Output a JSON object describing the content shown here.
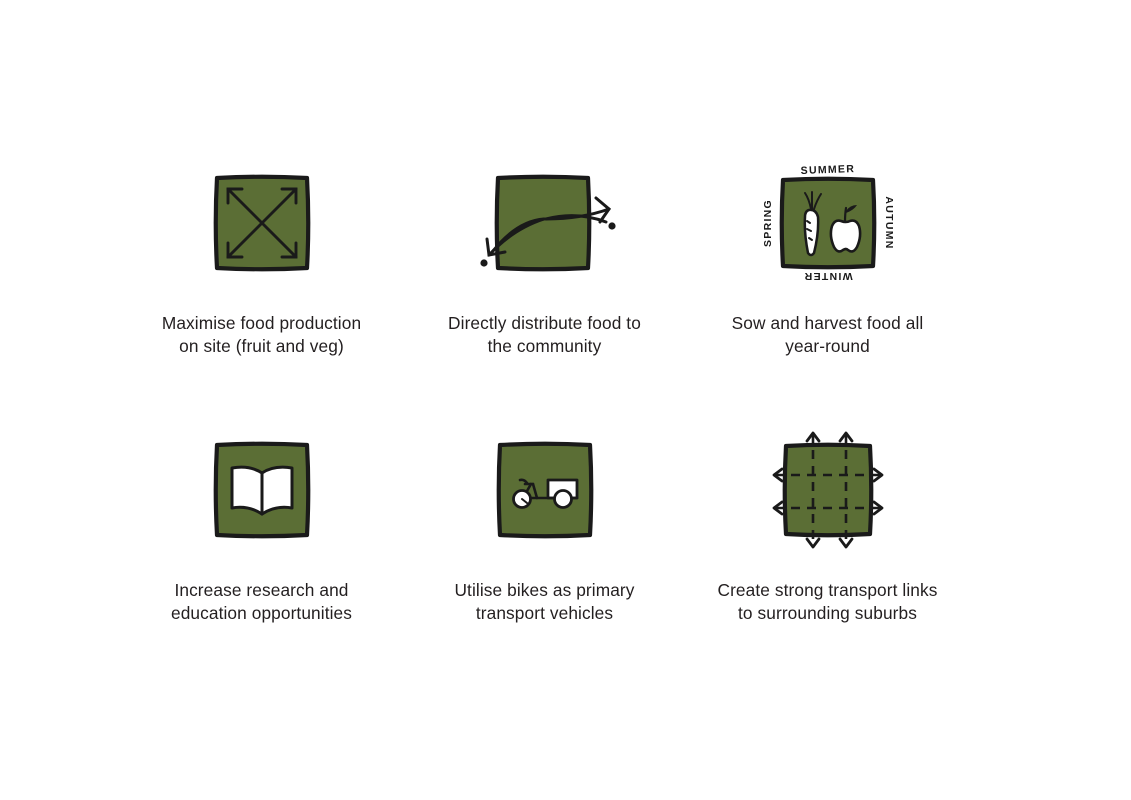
{
  "page": {
    "background": "#ffffff",
    "accent_green": "#5b6e35",
    "ink": "#1a1a1a",
    "text_color": "#231f20"
  },
  "items": [
    {
      "id": "maximise-food-production",
      "icon": "square-diagonal-arrows-icon",
      "caption_line1": "Maximise food production",
      "caption_line2": "on site (fruit and veg)"
    },
    {
      "id": "directly-distribute-food",
      "icon": "square-curved-arrows-icon",
      "caption_line1": "Directly distribute food to",
      "caption_line2": "the community"
    },
    {
      "id": "sow-and-harvest-year-round",
      "icon": "square-seasons-produce-icon",
      "caption_line1": "Sow and harvest food all",
      "caption_line2": "year-round",
      "season_labels": {
        "top": "SUMMER",
        "right": "AUTUMN",
        "bottom": "WINTER",
        "left": "SPRING"
      }
    },
    {
      "id": "increase-research-education",
      "icon": "square-open-book-icon",
      "caption_line1": "Increase research and",
      "caption_line2": "education opportunities"
    },
    {
      "id": "utilise-bikes-transport",
      "icon": "square-cargo-bike-icon",
      "caption_line1": "Utilise bikes as primary",
      "caption_line2": "transport vehicles"
    },
    {
      "id": "create-transport-links",
      "icon": "square-grid-outward-arrows-icon",
      "caption_line1": "Create strong transport links",
      "caption_line2": "to surrounding suburbs"
    }
  ]
}
